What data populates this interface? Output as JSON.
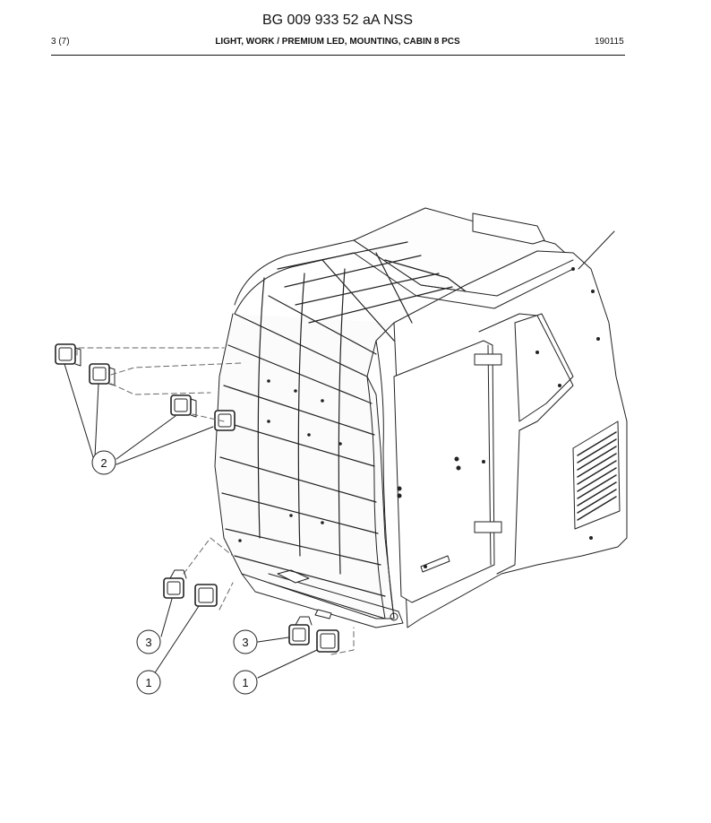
{
  "header": {
    "doc_id": "BG 009 933 52 aA NSS",
    "page": "3 (7)",
    "title": "LIGHT, WORK / PREMIUM LED, MOUNTING, CABIN 8 PCS",
    "date_code": "190115"
  },
  "callouts": {
    "c2": "2",
    "c3a": "3",
    "c3b": "3",
    "c1a": "1",
    "c1b": "1"
  }
}
